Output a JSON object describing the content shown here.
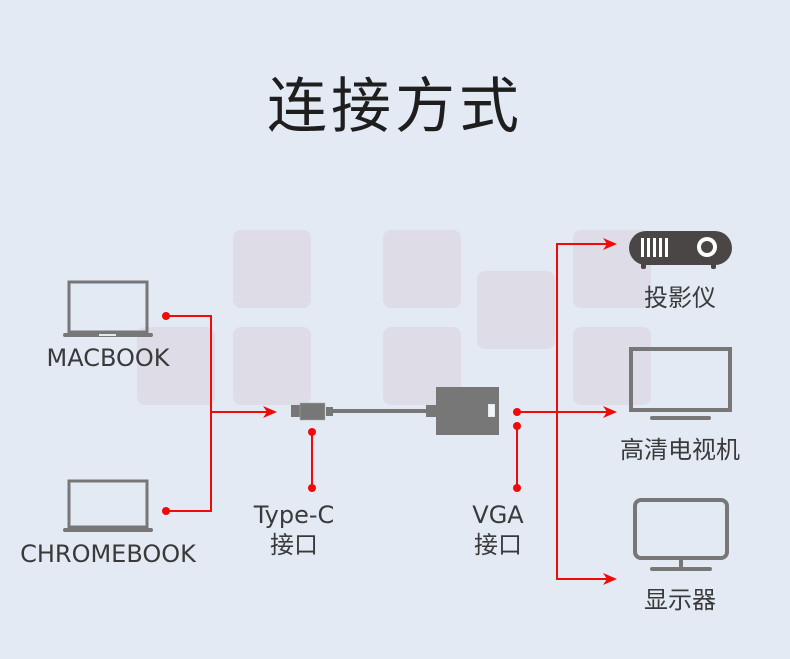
{
  "title": "连接方式",
  "colors": {
    "background": "#e3eaf4",
    "line": "#f00a0a",
    "device": "#777777",
    "projector": "#4a4645",
    "tile": "#ddd9e3"
  },
  "sources": [
    {
      "label": "MACBOOK",
      "icon": "laptop-icon"
    },
    {
      "label": "CHROMEBOOK",
      "icon": "laptop-icon"
    }
  ],
  "adapter": {
    "input_label": [
      "Type-C",
      "接口"
    ],
    "output_label": [
      "VGA",
      "接口"
    ]
  },
  "outputs": [
    {
      "label": "投影仪",
      "icon": "projector-icon"
    },
    {
      "label": "高清电视机",
      "icon": "tv-icon"
    },
    {
      "label": "显示器",
      "icon": "monitor-icon"
    }
  ]
}
